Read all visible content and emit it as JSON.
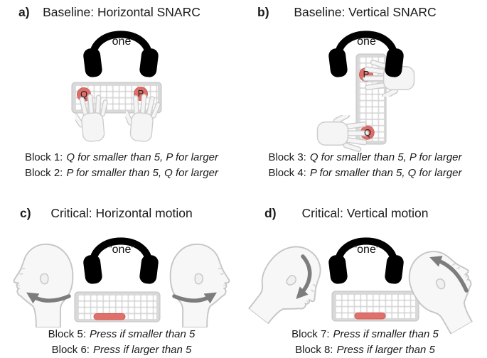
{
  "figure": {
    "audio_word": "\"one\"",
    "panels": [
      {
        "label": "a)",
        "title": "Baseline: Horizontal SNARC",
        "keys": {
          "left": "Q",
          "right": "P"
        },
        "blocks": [
          {
            "name": "Block 1:",
            "rule": "Q for smaller than 5, P for larger"
          },
          {
            "name": "Block 2:",
            "rule": "P for smaller than 5, Q for larger"
          }
        ]
      },
      {
        "label": "b)",
        "title": "Baseline: Vertical SNARC",
        "keys": {
          "top": "P",
          "bottom": "Q"
        },
        "blocks": [
          {
            "name": "Block 3:",
            "rule": "Q for smaller than 5, P for larger"
          },
          {
            "name": "Block 4:",
            "rule": "P for smaller than 5, Q for larger"
          }
        ]
      },
      {
        "label": "c)",
        "title": "Critical: Horizontal motion",
        "blocks": [
          {
            "name": "Block 5:",
            "rule": "Press if smaller than 5"
          },
          {
            "name": "Block 6:",
            "rule": "Press if larger than 5"
          }
        ]
      },
      {
        "label": "d)",
        "title": "Critical: Vertical motion",
        "blocks": [
          {
            "name": "Block 7:",
            "rule": "Press if smaller than 5"
          },
          {
            "name": "Block 8:",
            "rule": "Press if larger than 5"
          }
        ]
      }
    ],
    "colors": {
      "key_highlight": "#de6e69",
      "spacebar_highlight": "#e2706a",
      "keyboard_body": "#d9d9d9",
      "key_face": "#ffffff",
      "arrow": "#7d7d7d",
      "headphones": "#000000",
      "skin_fill": "#f7f7f7",
      "skin_stroke": "#c6c6c6",
      "text": "#1a1a1a"
    }
  }
}
